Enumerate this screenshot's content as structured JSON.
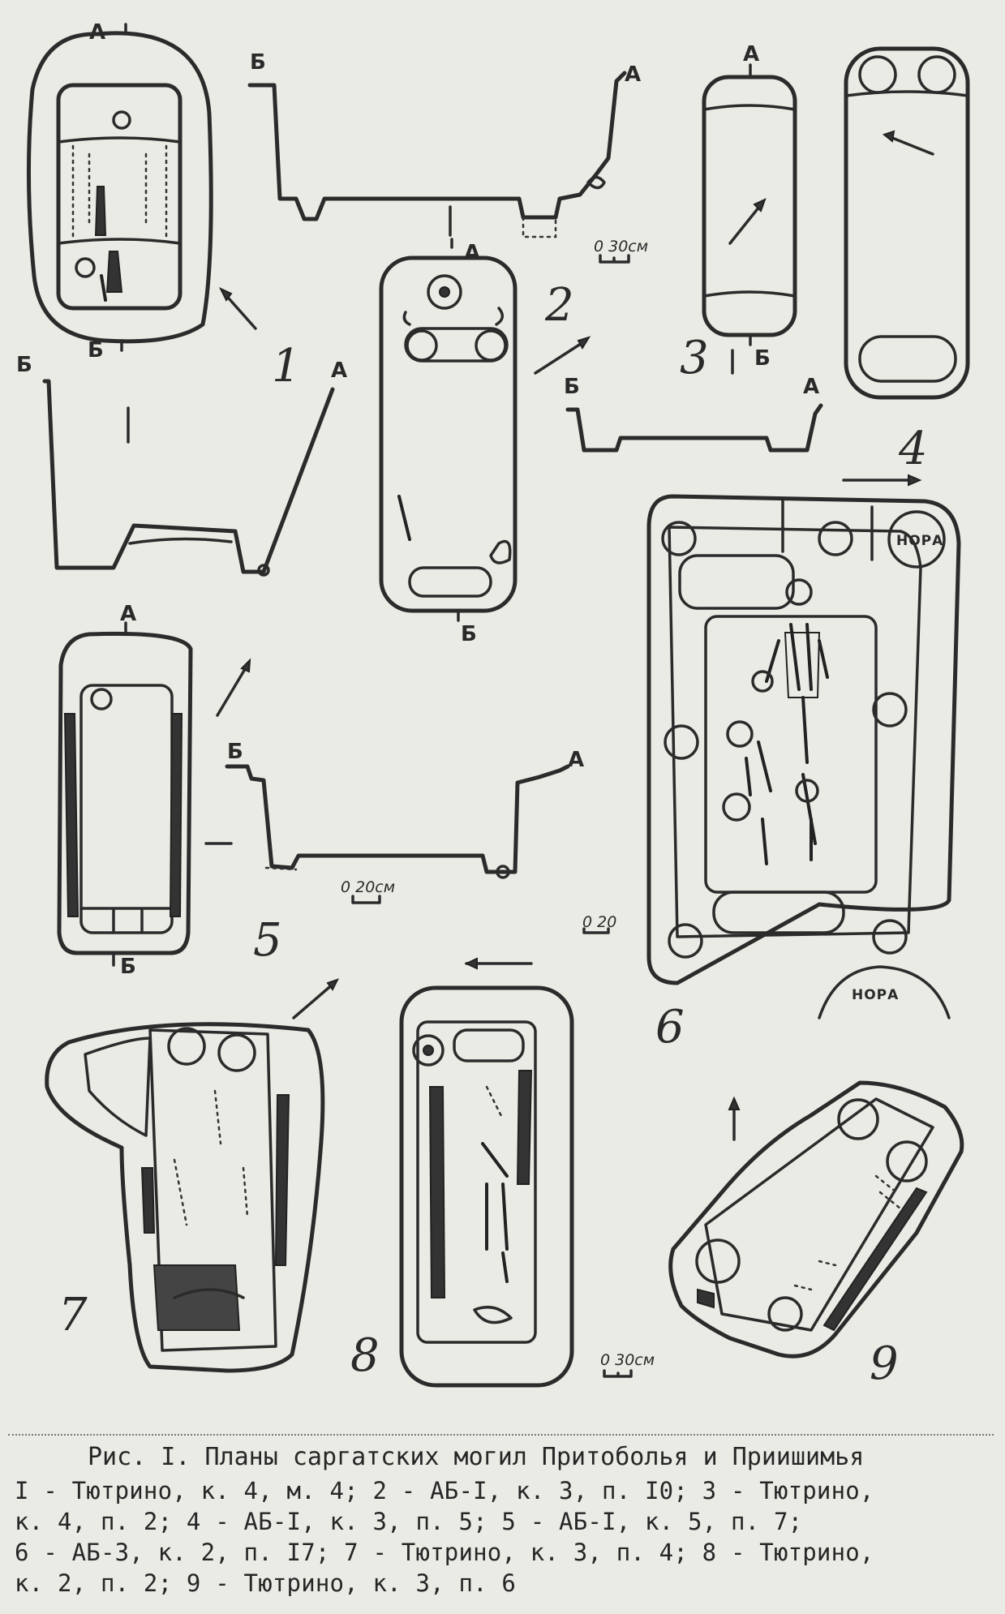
{
  "figure": {
    "plans": [
      {
        "number": "1"
      },
      {
        "number": "2"
      },
      {
        "number": "3"
      },
      {
        "number": "4"
      },
      {
        "number": "5"
      },
      {
        "number": "6"
      },
      {
        "number": "7"
      },
      {
        "number": "8"
      },
      {
        "number": "9"
      }
    ],
    "section_labels": {
      "a": "А",
      "b": "Б"
    },
    "scale_bars": {
      "s30": "0   30см",
      "s20cm": "0  20см",
      "s20": "0  20"
    },
    "burrow_label": "НОРА"
  },
  "caption": {
    "title": "Рис. I. Планы саргатских могил Притоболья и Приишимья",
    "lines": [
      "I - Тютрино, к. 4, м. 4; 2 - АБ-I, к. 3, п. I0; 3 - Тютрино,",
      "к. 4, п. 2; 4 - АБ-I, к. 3, п. 5; 5 - АБ-I, к. 5, п. 7;",
      "6 - АБ-3, к. 2, п. I7; 7  - Тютрино, к. 3, п. 4; 8 - Тютрино,",
      "к. 2, п. 2; 9 - Тютрино, к. 3, п. 6"
    ]
  }
}
